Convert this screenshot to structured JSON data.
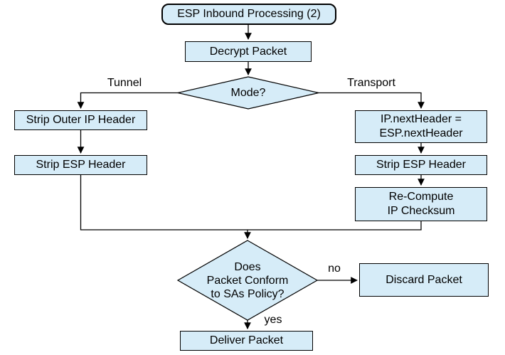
{
  "diagram": {
    "background": "#ffffff",
    "node_fill": "#d6ecf8",
    "node_border": "#000000",
    "nodes": {
      "start": {
        "label": "ESP Inbound Processing (2)"
      },
      "decrypt": {
        "label": "Decrypt Packet"
      },
      "mode_decision": {
        "label": "Mode?"
      },
      "strip_outer_ip": {
        "label": "Strip Outer IP Header"
      },
      "strip_esp_tunnel": {
        "label": "Strip ESP Header"
      },
      "set_next_header": {
        "label": "IP.nextHeader =\nESP.nextHeader"
      },
      "strip_esp_transport": {
        "label": "Strip ESP Header"
      },
      "recompute_checksum": {
        "label": "Re-Compute\nIP Checksum"
      },
      "policy_decision": {
        "label": "Does\nPacket Conform\nto SAs Policy?"
      },
      "discard": {
        "label": "Discard Packet"
      },
      "deliver": {
        "label": "Deliver Packet"
      }
    },
    "edge_labels": {
      "tunnel": "Tunnel",
      "transport": "Transport",
      "no": "no",
      "yes": "yes"
    }
  }
}
